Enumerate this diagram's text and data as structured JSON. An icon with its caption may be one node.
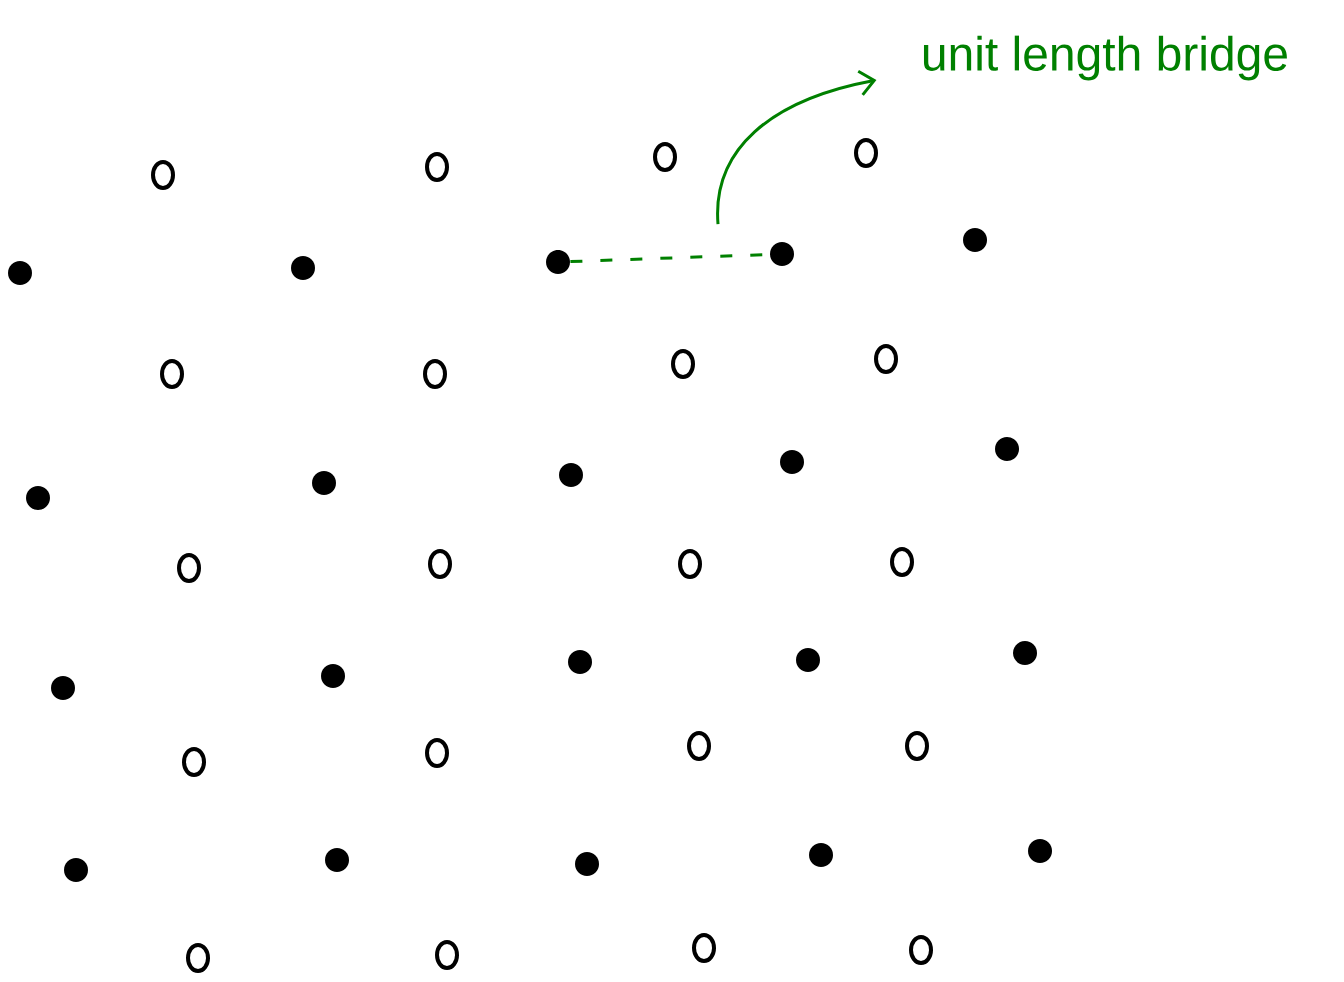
{
  "diagram": {
    "nodes": [
      {
        "text": [
          "unit length bridge"
        ]
      },
      {
        "text": [],
        "shape": "circle"
      },
      {
        "text": [],
        "shape": "circle"
      }
    ],
    "edges": [
      {
        "from": 1,
        "to": 2,
        "arrow": "none",
        "style": "dashed",
        "color": "#008000"
      },
      {
        "from": null,
        "to": 0,
        "arrow": "to",
        "color": "#008000"
      }
    ]
  }
}
